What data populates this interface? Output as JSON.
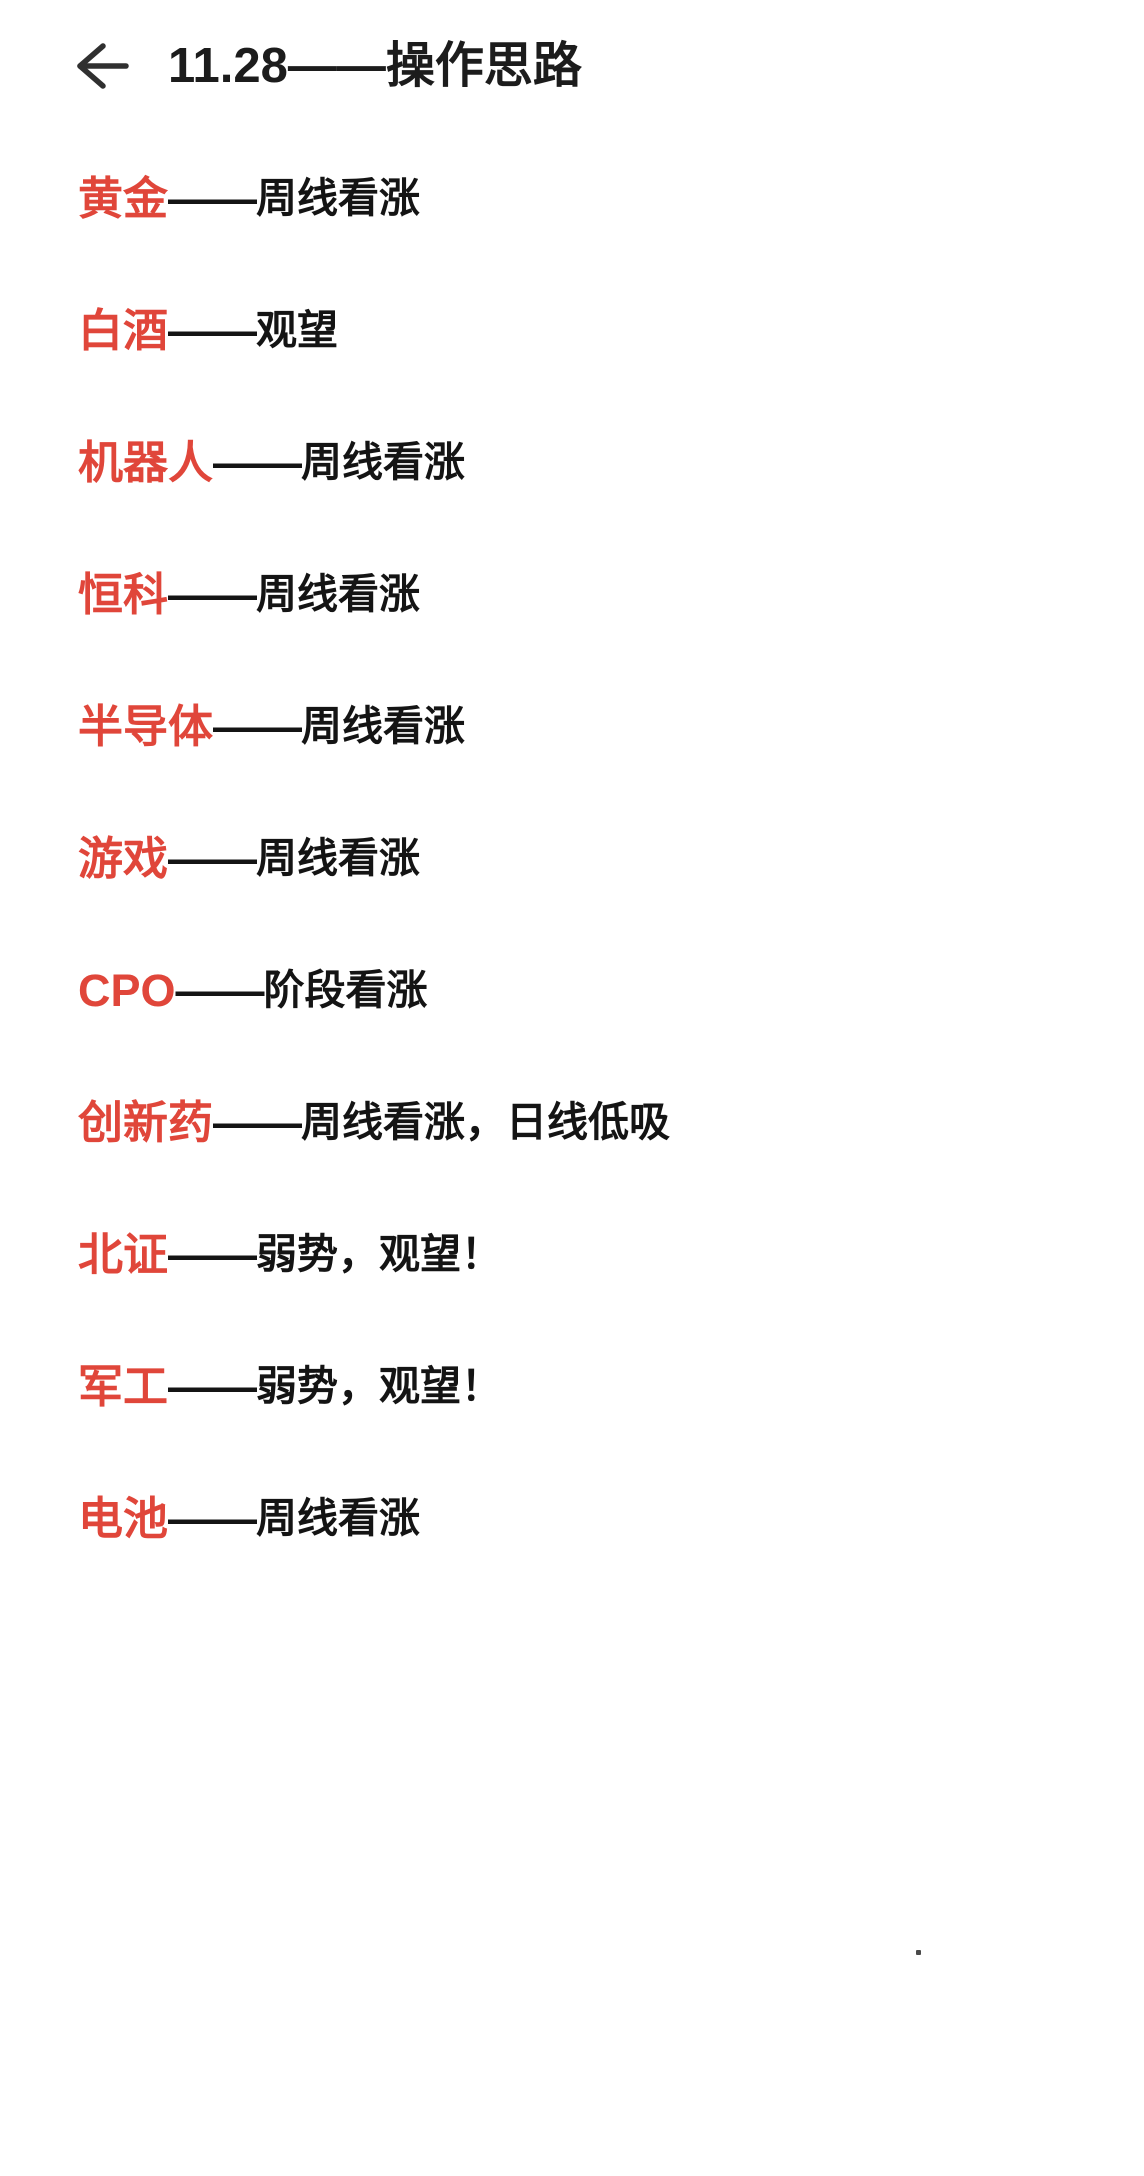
{
  "header": {
    "back_icon": "back-arrow-icon",
    "title": "11.28——操作思路"
  },
  "colors": {
    "sector_red": "#e0463a",
    "text_black": "#141414",
    "background": "#ffffff"
  },
  "separator": "——",
  "rows": [
    {
      "sector": "黄金",
      "desc": "周线看涨"
    },
    {
      "sector": "白酒",
      "desc": "观望"
    },
    {
      "sector": "机器人",
      "desc": "周线看涨"
    },
    {
      "sector": "恒科",
      "desc": "周线看涨"
    },
    {
      "sector": "半导体",
      "desc": "周线看涨"
    },
    {
      "sector": "游戏",
      "desc": "周线看涨"
    },
    {
      "sector": "CPO",
      "desc": "阶段看涨"
    },
    {
      "sector": "创新药",
      "desc": "周线看涨，日线低吸"
    },
    {
      "sector": "北证",
      "desc": "弱势，观望！"
    },
    {
      "sector": "军工",
      "desc": "弱势，观望！"
    },
    {
      "sector": "电池",
      "desc": "周线看涨"
    }
  ]
}
